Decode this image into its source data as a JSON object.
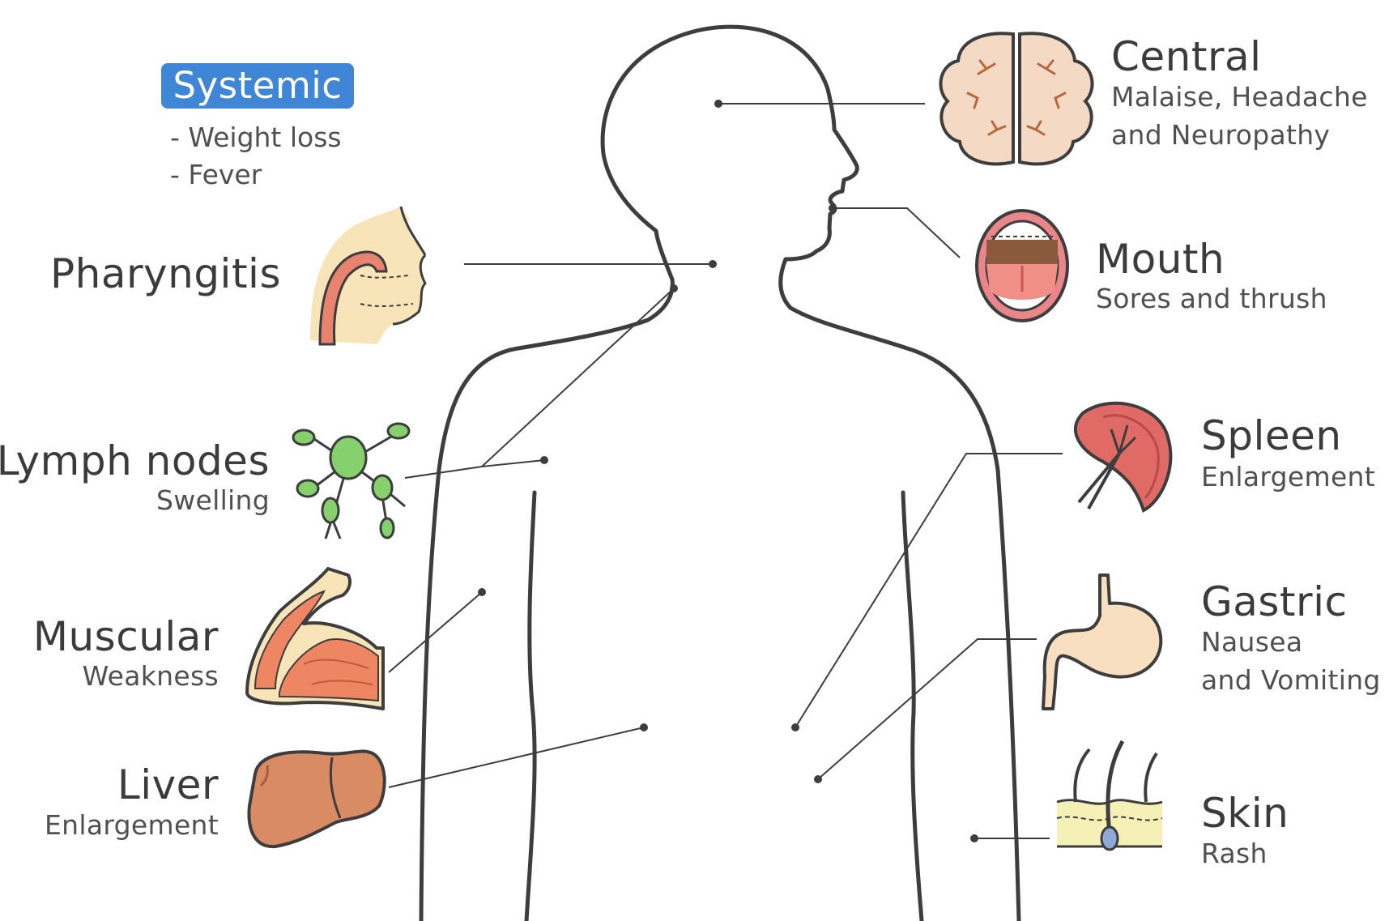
{
  "systemic": {
    "title": "Systemic",
    "items": [
      "- Weight loss",
      "- Fever"
    ],
    "badge_color": "#3f86d6"
  },
  "left_labels": {
    "pharyngitis": {
      "title": "Pharyngitis"
    },
    "lymph": {
      "title": "Lymph nodes",
      "desc": "Swelling"
    },
    "muscular": {
      "title": "Muscular",
      "desc": "Weakness"
    },
    "liver": {
      "title": "Liver",
      "desc": "Enlargement"
    }
  },
  "right_labels": {
    "central": {
      "title": "Central",
      "desc1": "Malaise, Headache",
      "desc2": "and Neuropathy"
    },
    "mouth": {
      "title": "Mouth",
      "desc": "Sores and thrush"
    },
    "spleen": {
      "title": "Spleen",
      "desc": "Enlargement"
    },
    "gastric": {
      "title": "Gastric",
      "desc1": "Nausea",
      "desc2": "and Vomiting"
    },
    "skin": {
      "title": "Skin",
      "desc": "Rash"
    }
  },
  "colors": {
    "outline": "#3d3d3d",
    "brain": "#f4d9c4",
    "mouth": "#e8868a",
    "spleen": "#e06b66",
    "stomach": "#f7dfc0",
    "liver": "#d98b64",
    "lymph": "#86d16e",
    "muscle": "#ee8563",
    "skin": "#f5f0b5"
  },
  "icons": [
    "brain-icon",
    "mouth-icon",
    "spleen-icon",
    "stomach-icon",
    "skin-icon",
    "throat-icon",
    "lymph-node-icon",
    "arm-muscle-icon",
    "liver-icon"
  ]
}
